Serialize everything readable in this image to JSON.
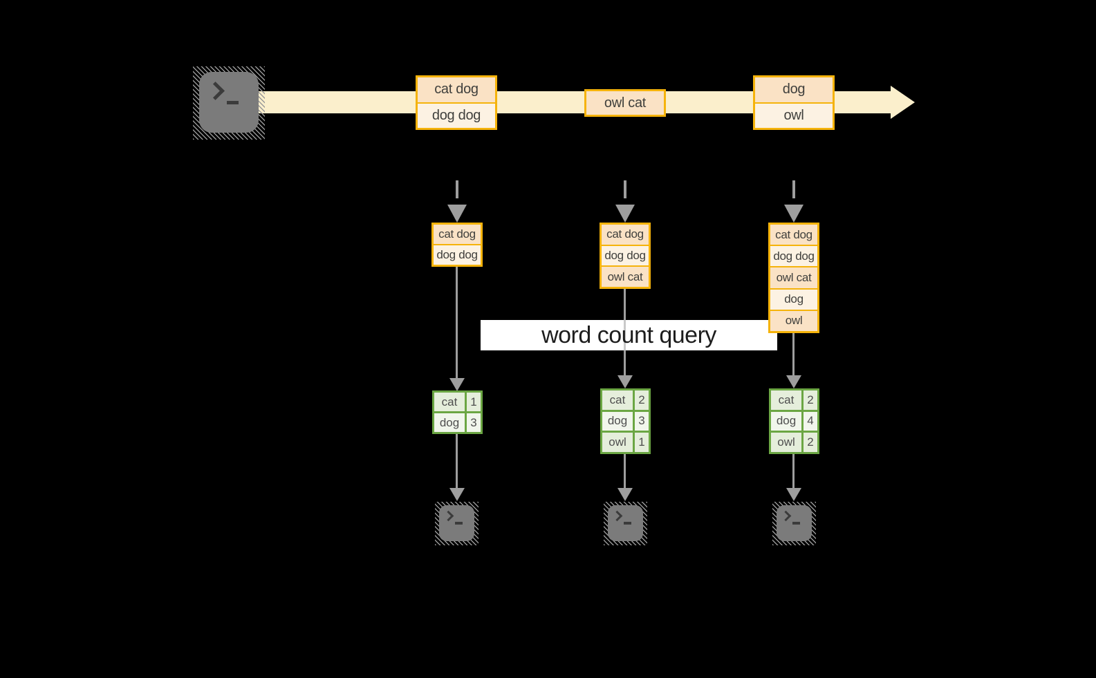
{
  "query": {
    "label": "word count query"
  },
  "stream": {
    "events": [
      {
        "cells": [
          "cat dog",
          "dog dog"
        ]
      },
      {
        "cells": [
          "owl cat"
        ]
      },
      {
        "cells": [
          "dog",
          "owl"
        ]
      }
    ]
  },
  "states": [
    {
      "cells": [
        "cat dog",
        "dog dog"
      ]
    },
    {
      "cells": [
        "cat dog",
        "dog dog",
        "owl cat"
      ]
    },
    {
      "cells": [
        "cat dog",
        "dog dog",
        "owl cat",
        "dog",
        "owl"
      ]
    }
  ],
  "tables": [
    {
      "rows": [
        {
          "word": "cat",
          "count": "1"
        },
        {
          "word": "dog",
          "count": "3"
        }
      ]
    },
    {
      "rows": [
        {
          "word": "cat",
          "count": "2"
        },
        {
          "word": "dog",
          "count": "3"
        },
        {
          "word": "owl",
          "count": "1"
        }
      ]
    },
    {
      "rows": [
        {
          "word": "cat",
          "count": "2"
        },
        {
          "word": "dog",
          "count": "4"
        },
        {
          "word": "owl",
          "count": "2"
        }
      ]
    }
  ],
  "icons": {
    "source": "terminal-prompt-icon",
    "outputs": [
      "terminal-prompt-icon",
      "terminal-prompt-icon",
      "terminal-prompt-icon"
    ]
  },
  "colors": {
    "background": "#000000",
    "stream_fill": "#FBEFCC",
    "box_border": "#F5B30B",
    "cell_peach": "#FAE2C5",
    "cell_cream": "#FCF2E3",
    "table_border": "#6BA643",
    "table_row_dark": "#E5EEDB",
    "table_row_light": "#F1F6EC",
    "arrow_gray": "#9E9E9E",
    "terminal_gray": "#7B7B7B",
    "label_bg": "#FFFFFF"
  }
}
